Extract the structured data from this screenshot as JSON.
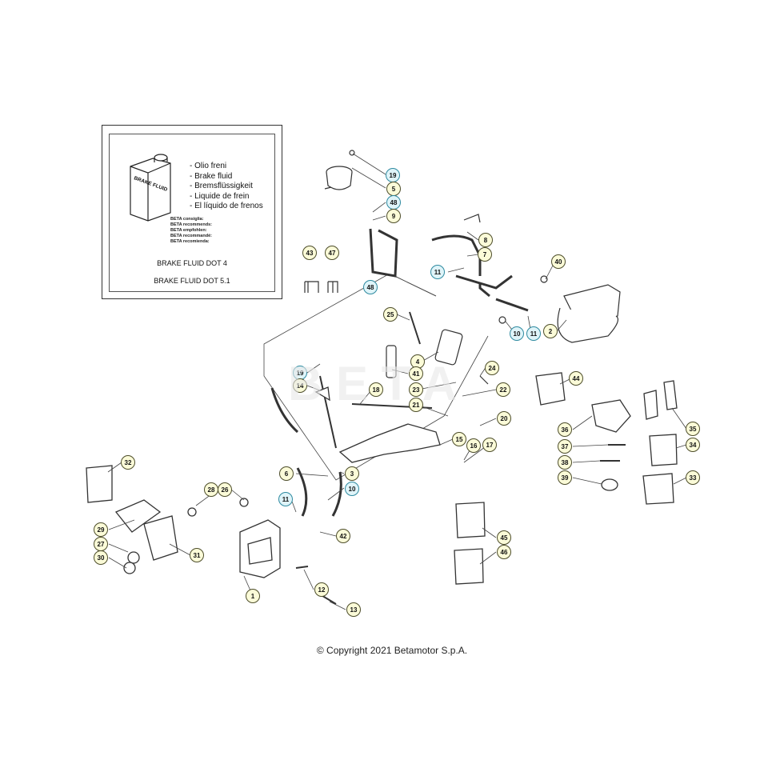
{
  "fluid_box": {
    "can_label": "BRAKE FLUID",
    "languages": [
      "- Olio freni",
      "- Brake fluid",
      "- Bremsflüssigkeit",
      "- Liquide de frein",
      "- El líquido de frenos"
    ],
    "recommendations": [
      "BETA consiglia:",
      "BETA recommends:",
      "BETA empfohlen:",
      "BETA recommandé:",
      "BETA recomienda:"
    ],
    "fluid_dot4": "BRAKE FLUID DOT 4",
    "fluid_dot51": "BRAKE FLUID DOT 5.1"
  },
  "copyright": "© Copyright 2021 Betamotor S.p.A.",
  "colors": {
    "callout_yellow": "#fbfbd8",
    "callout_blue": "#dff4f9",
    "callout_yellow_stroke": "#4d4d2a",
    "callout_blue_stroke": "#2e8aa0",
    "line": "#444444"
  },
  "callouts": [
    {
      "label": "19",
      "style": "blue"
    },
    {
      "label": "5",
      "style": "yellow"
    },
    {
      "label": "48",
      "style": "blue"
    },
    {
      "label": "9",
      "style": "yellow"
    },
    {
      "label": "43",
      "style": "yellow"
    },
    {
      "label": "47",
      "style": "yellow"
    },
    {
      "label": "48",
      "style": "blue"
    },
    {
      "label": "8",
      "style": "yellow"
    },
    {
      "label": "7",
      "style": "yellow"
    },
    {
      "label": "11",
      "style": "blue"
    },
    {
      "label": "40",
      "style": "yellow"
    },
    {
      "label": "10",
      "style": "blue"
    },
    {
      "label": "11",
      "style": "blue"
    },
    {
      "label": "2",
      "style": "yellow"
    },
    {
      "label": "25",
      "style": "yellow"
    },
    {
      "label": "4",
      "style": "yellow"
    },
    {
      "label": "24",
      "style": "yellow"
    },
    {
      "label": "19",
      "style": "blue"
    },
    {
      "label": "41",
      "style": "yellow"
    },
    {
      "label": "14",
      "style": "yellow"
    },
    {
      "label": "23",
      "style": "yellow"
    },
    {
      "label": "18",
      "style": "yellow"
    },
    {
      "label": "22",
      "style": "yellow"
    },
    {
      "label": "21",
      "style": "yellow"
    },
    {
      "label": "20",
      "style": "yellow"
    },
    {
      "label": "44",
      "style": "yellow"
    },
    {
      "label": "36",
      "style": "yellow"
    },
    {
      "label": "35",
      "style": "yellow"
    },
    {
      "label": "37",
      "style": "yellow"
    },
    {
      "label": "34",
      "style": "yellow"
    },
    {
      "label": "38",
      "style": "yellow"
    },
    {
      "label": "39",
      "style": "yellow"
    },
    {
      "label": "33",
      "style": "yellow"
    },
    {
      "label": "15",
      "style": "yellow"
    },
    {
      "label": "16",
      "style": "yellow"
    },
    {
      "label": "17",
      "style": "yellow"
    },
    {
      "label": "6",
      "style": "yellow"
    },
    {
      "label": "3",
      "style": "yellow"
    },
    {
      "label": "10",
      "style": "blue"
    },
    {
      "label": "11",
      "style": "blue"
    },
    {
      "label": "42",
      "style": "yellow"
    },
    {
      "label": "28",
      "style": "yellow"
    },
    {
      "label": "26",
      "style": "yellow"
    },
    {
      "label": "32",
      "style": "yellow"
    },
    {
      "label": "29",
      "style": "yellow"
    },
    {
      "label": "27",
      "style": "yellow"
    },
    {
      "label": "30",
      "style": "yellow"
    },
    {
      "label": "31",
      "style": "yellow"
    },
    {
      "label": "1",
      "style": "yellow"
    },
    {
      "label": "12",
      "style": "yellow"
    },
    {
      "label": "13",
      "style": "yellow"
    },
    {
      "label": "45",
      "style": "yellow"
    },
    {
      "label": "46",
      "style": "yellow"
    }
  ]
}
